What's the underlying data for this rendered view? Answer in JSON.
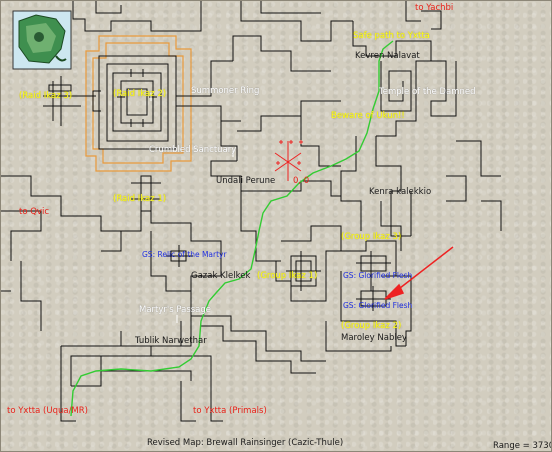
{
  "colors": {
    "wall": "#111111",
    "path": "#33cc33",
    "orange": "#e89a3c",
    "label_white": "#ffffff",
    "label_yellow": "#ffff1e",
    "label_red": "#e8231a",
    "label_blue": "#1f2fe0",
    "arrow": "#ee2222"
  },
  "labels": {
    "to_kaesora": "to Yachbi",
    "safe_path": "Safe path to Yxtta",
    "kevren": "Kevren Nalavat",
    "temple": "Temple of the Damned",
    "beware": "Beware of Ukun!!",
    "raid_ikaz_2": "(Raid Ikaz 2)",
    "raid_ikaz_3": "(Raid Ikaz 3)",
    "summoner": "Summoner Ring",
    "crumbled": "Crumbled Sanctuary",
    "undali": "Undali Perune",
    "coords": "0, 0",
    "kenra": "Kenra kalekkio",
    "raid_ikaz_1": "(Raid Ikaz 1)",
    "to_qvic": "to Qvic",
    "group_ikaz_3": "(Group Ikaz 3)",
    "gs_martyr": "GS: Relic of the Martyr",
    "gazak": "Gazak Klelkek",
    "group_ikaz_1": "(Group Ikaz 1)",
    "gs_flesh_1": "GS: Glorified Flesh",
    "gs_flesh_2": "GS: Glorified Flesh",
    "martyrs": "Martyr's Passage",
    "group_ikaz_2": "(Group Ikaz 2)",
    "maroley": "Maroley Nabley",
    "tublik": "Tublik Narwethar",
    "to_yxtta_uqua": "to Yxtta (Uqua/MR)",
    "to_yxtta_primals": "to Yxtta (Primals)",
    "caption": "Revised Map: Brewall Rainsinger (Cazic-Thule)",
    "range": "Range = 3730"
  },
  "icons": {
    "inset": "island-minimap-icon",
    "spawn": "spawn-cluster-icon",
    "arrow": "red-arrow-icon"
  }
}
